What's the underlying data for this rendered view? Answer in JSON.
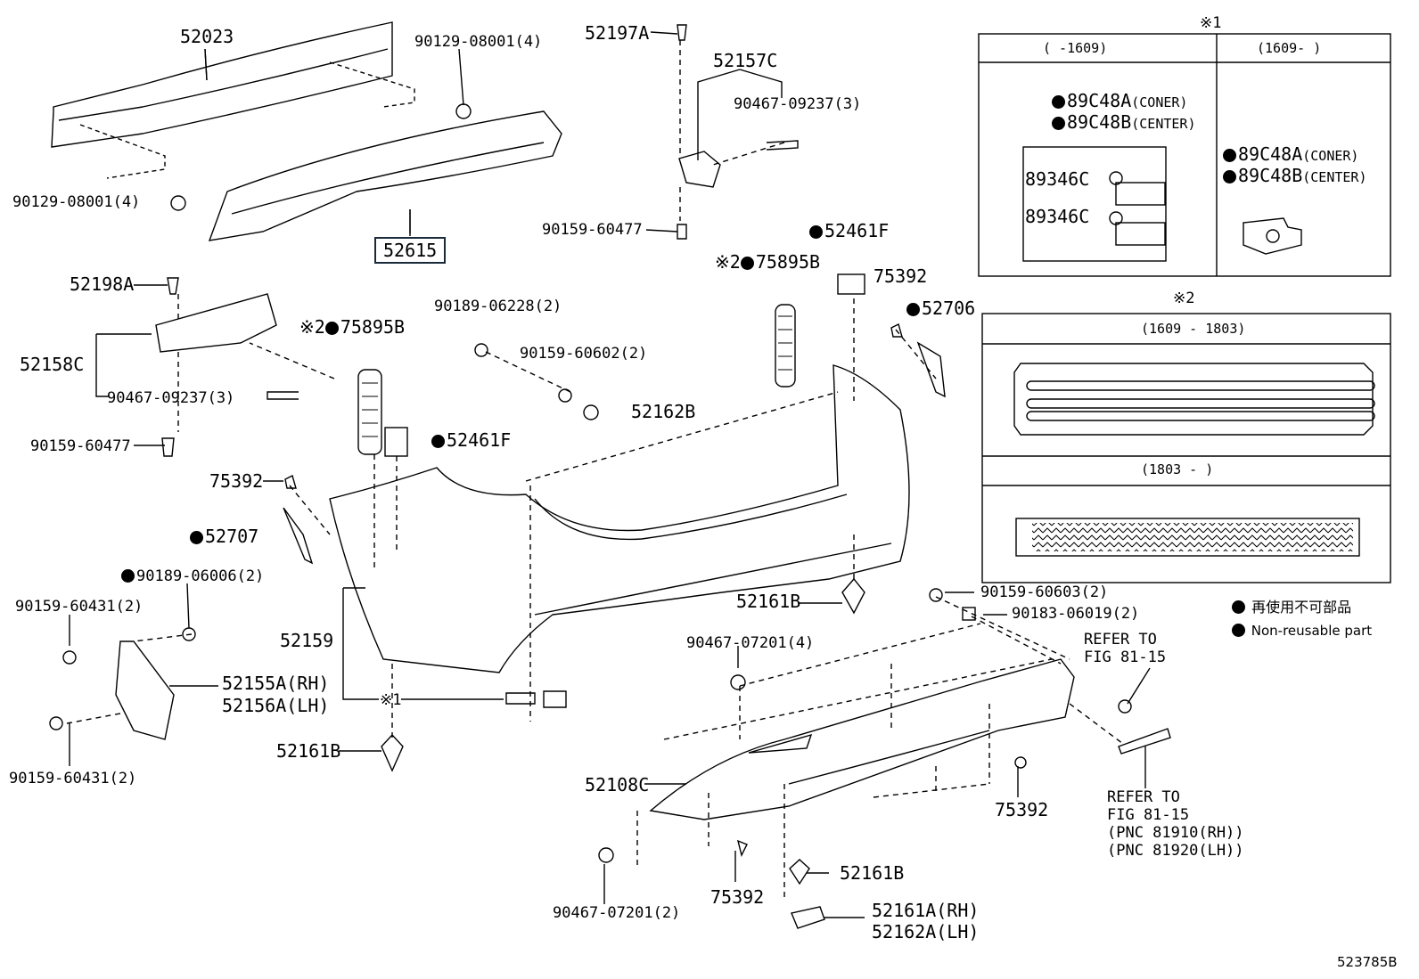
{
  "diagram_id": "523785B",
  "panel1": {
    "marker": "※1",
    "col1_range": "(    -1609)",
    "col2_range": "(1609-    )",
    "col1_items": [
      {
        "code": "89C48A",
        "note": "(CONER)",
        "dot": true
      },
      {
        "code": "89C48B",
        "note": "(CENTER)",
        "dot": true
      }
    ],
    "col1_sub": [
      "89346C",
      "89346C"
    ],
    "col2_items": [
      {
        "code": "89C48A",
        "note": "(CONER)",
        "dot": true
      },
      {
        "code": "89C48B",
        "note": "(CENTER)",
        "dot": true
      }
    ]
  },
  "panel2": {
    "marker": "※2",
    "range_a": "(1609 - 1803)",
    "range_b": "(1803 -     )"
  },
  "legend": {
    "jp": "再使用不可部品",
    "en": "Non-reusable part"
  },
  "labels": {
    "l52023": "52023",
    "l90129a": "90129-08001(4)",
    "l90129b": "90129-08001(4)",
    "l52615": "52615",
    "l52197A": "52197A",
    "l52157C": "52157C",
    "l90467_09237a": "90467-09237(3)",
    "l90159_60477a": "90159-60477",
    "l52461F_a": "52461F",
    "l75895B_a": "75895B",
    "mark2_a": "※2",
    "l75392_a": "75392",
    "l52706": "52706",
    "l52198A": "52198A",
    "l52158C": "52158C",
    "l90467_09237b": "90467-09237(3)",
    "l90159_60477b": "90159-60477",
    "l75895B_b": "75895B",
    "mark2_b": "※2",
    "l52461F_b": "52461F",
    "l90189_06228": "90189-06228(2)",
    "l90159_60602": "90159-60602(2)",
    "l52162B": "52162B",
    "l75392_b": "75392",
    "l52707": "52707",
    "l90189_06006": "90189-06006(2)",
    "l90159_60431a": "90159-60431(2)",
    "l52159": "52159",
    "l52155A": "52155A(RH)",
    "l52156A": "52156A(LH)",
    "l90159_60431b": "90159-60431(2)",
    "mark1": "※1",
    "l52161B_a": "52161B",
    "l52161B_b": "52161B",
    "l90159_60603": "90159-60603(2)",
    "l90183_06019": "90183-06019(2)",
    "l90467_07201a": "90467-07201(4)",
    "refer1a": "REFER TO",
    "refer1b": "FIG 81-15",
    "l52108C": "52108C",
    "l75392_c": "75392",
    "refer2a": "REFER TO",
    "refer2b": "FIG 81-15",
    "refer2c": "(PNC 81910(RH))",
    "refer2d": "(PNC 81920(LH))",
    "l90467_07201b": "90467-07201(2)",
    "l75392_d": "75392",
    "l52161B_c": "52161B",
    "l52161A": "52161A(RH)",
    "l52162A": "52162A(LH)"
  }
}
